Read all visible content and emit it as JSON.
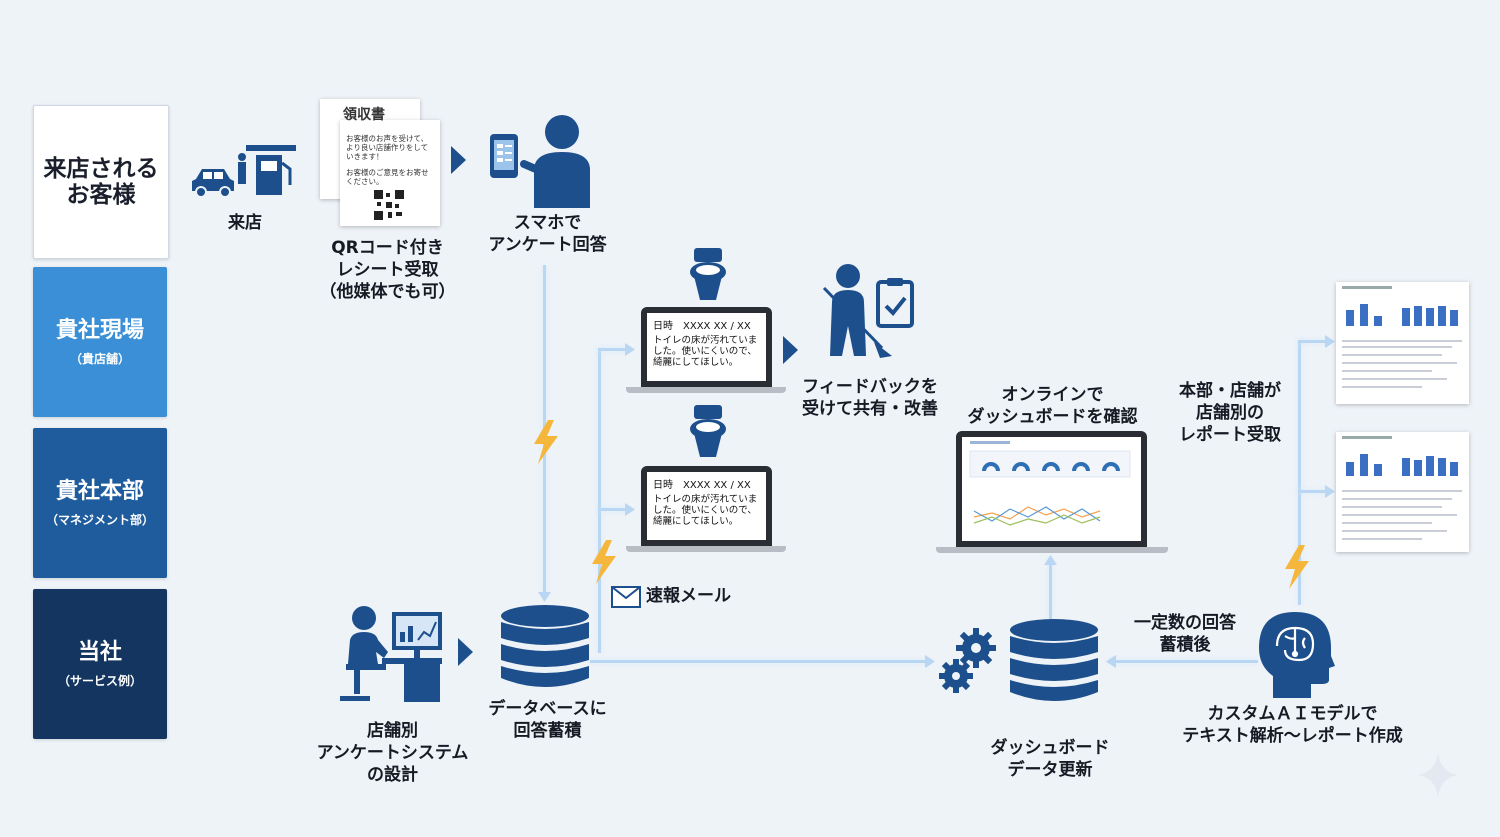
{
  "lanes": [
    {
      "title": "来店される\nお客様",
      "sub": ""
    },
    {
      "title": "貴社現場",
      "sub": "（貴店舗）"
    },
    {
      "title": "貴社本部",
      "sub": "（マネジメント部）"
    },
    {
      "title": "当社",
      "sub": "（サービス例）"
    }
  ],
  "steps": {
    "visit": "来店",
    "receipt": "QRコード付き\nレシート受取\n（他媒体でも可）",
    "smartphone": "スマホで\nアンケート回答",
    "feedback": "フィードバックを\n受けて共有・改善",
    "online": "オンラインで\nダッシュボードを確認",
    "reports": "本部・店舗が\n店舗別の\nレポート受取",
    "email": "速報メール",
    "accumulate": "一定数の回答\n蓄積後",
    "design": "店舗別\nアンケートシステム\nの設計",
    "database": "データベースに\n回答蓄積",
    "dashboard_update": "ダッシュボード\nデータ更新",
    "ai": "カスタムＡＩモデルで\nテキスト解析〜レポート作成"
  },
  "receipt_doc": {
    "title": "領収書",
    "text1": "お客様のお声を受けて、より良い店舗作りをしていきます！",
    "text2": "お客様のご意見をお寄せください。"
  },
  "notifications": [
    {
      "date": "日時　XXXX XX / XX",
      "message": "トイレの床が汚れていました。使いにくいので、綺麗にしてほしい。"
    },
    {
      "date": "日時　XXXX XX / XX",
      "message": "トイレの床が汚れていました。使いにくいので、綺麗にしてほしい。"
    }
  ],
  "colors": {
    "lane1": "#ffffff",
    "lane2": "#3a8fd6",
    "lane3": "#1f5c9e",
    "lane4": "#13355f",
    "icon": "#1d4f8c",
    "flow": "#b9d6f2",
    "lightning": "#f5b73b"
  },
  "icons": [
    "car-icon",
    "gas-pump-icon",
    "smartphone-icon",
    "person-icon",
    "toilet-icon",
    "cleaner-icon",
    "clipboard-icon",
    "laptop-icon",
    "database-icon",
    "gears-icon",
    "ai-head-icon",
    "office-worker-icon",
    "mail-icon",
    "lightning-icon",
    "report-icon"
  ]
}
